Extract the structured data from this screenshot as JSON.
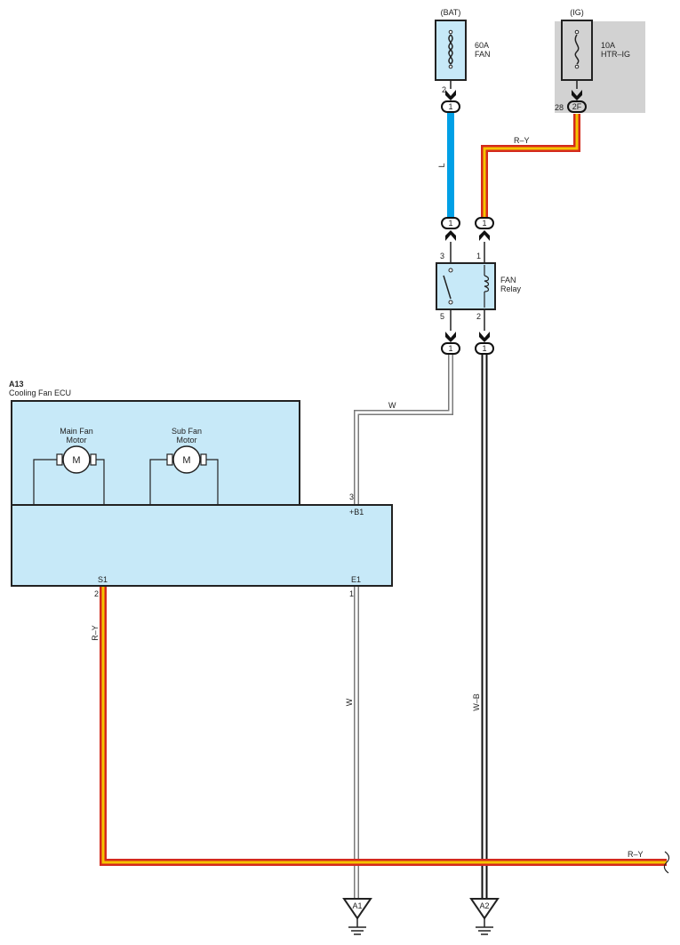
{
  "colors": {
    "L": "#00a0e6",
    "R_outer": "#d42a1c",
    "R_inner": "#f5c400",
    "W_outer": "#7a7a7a",
    "W_inner": "#ffffff",
    "B_outer": "#111111",
    "ecu_fill": "#c7e9f8",
    "fuse_fill": "#c7e9f8",
    "ig_box": "#d2d2d2"
  },
  "fuses": {
    "bat": {
      "supply": "(BAT)",
      "rating": "60A",
      "name": "FAN",
      "pin": "2"
    },
    "ig": {
      "supply": "(IG)",
      "rating": "10A",
      "name": "HTR–IG",
      "pin": "28",
      "connector": "2F"
    }
  },
  "relay": {
    "name": "FAN",
    "name2": "Relay",
    "pin3": "3",
    "pin1": "1",
    "pin5": "5",
    "pin2": "2"
  },
  "connectors": {
    "one": "1"
  },
  "ecu": {
    "code": "A13",
    "name": "Cooling Fan ECU",
    "main_motor_line1": "Main Fan",
    "main_motor_line2": "Motor",
    "sub_motor_line1": "Sub Fan",
    "sub_motor_line2": "Motor",
    "motor_symbol": "M",
    "pin_b1_num": "3",
    "pin_b1_name": "+B1",
    "pin_s1_name": "S1",
    "pin_s1_num": "2",
    "pin_e1_name": "E1",
    "pin_e1_num": "1"
  },
  "wires": {
    "l": "L",
    "ry_top": "R–Y",
    "w_top": "W",
    "ry_left": "R–Y",
    "w_vert": "W",
    "wb_vert": "W–B",
    "ry_bottom": "R–Y"
  },
  "grounds": {
    "a1": "A1",
    "a2": "A2"
  }
}
